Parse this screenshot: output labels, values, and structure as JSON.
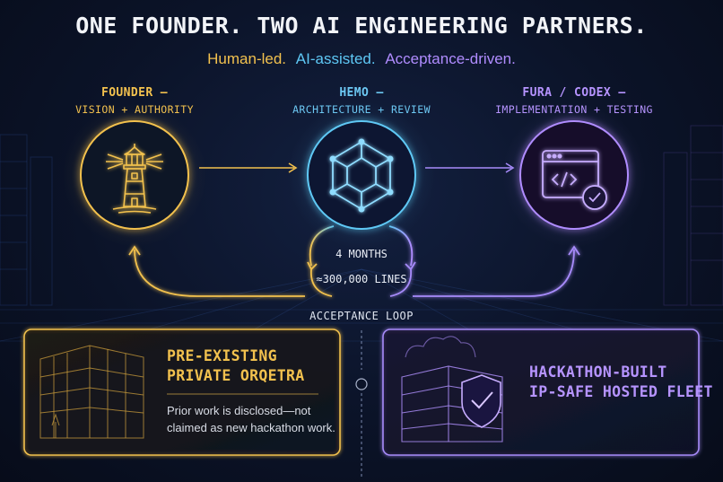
{
  "header": {
    "title": "ONE FOUNDER. TWO AI ENGINEERING PARTNERS.",
    "subtitle": [
      "Human-led.",
      "AI-assisted.",
      "Acceptance-driven."
    ]
  },
  "roles": [
    {
      "name": "FOUNDER —",
      "tagline": "VISION + AUTHORITY",
      "icon": "lighthouse-icon",
      "color": "#f2c14e"
    },
    {
      "name": "HEMO —",
      "tagline": "ARCHITECTURE + REVIEW",
      "icon": "cube-network-icon",
      "color": "#5ec8f5"
    },
    {
      "name": "FURA / CODEX —",
      "tagline": "IMPLEMENTATION + TESTING",
      "icon": "code-window-check-icon",
      "color": "#b08cff"
    }
  ],
  "loop": {
    "duration": "4 MONTHS",
    "lines": "≈300,000 LINES",
    "label": "ACCEPTANCE LOOP"
  },
  "cards": [
    {
      "title_lines": [
        "PRE-EXISTING",
        "PRIVATE ORQETRA"
      ],
      "body_lines": [
        "Prior work is disclosed—not",
        "claimed as new hackathon work."
      ],
      "icon": "building-icon",
      "color": "#f2c14e"
    },
    {
      "title_lines": [
        "HACKATHON-BUILT",
        "IP-SAFE HOSTED FLEET"
      ],
      "icon": "server-shield-icon",
      "color": "#b08cff"
    }
  ]
}
